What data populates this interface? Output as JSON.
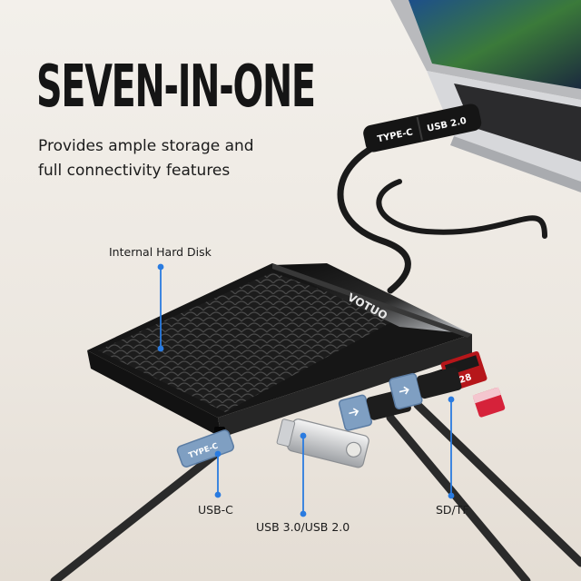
{
  "headline": "SEVEN-IN-ONE",
  "subheadline": [
    "Provides ample storage and",
    "full connectivity features"
  ],
  "callouts": {
    "internal_hard_disk": "Internal Hard Disk",
    "usb_c": "USB-C",
    "usb3_usb2": "USB 3.0/USB 2.0",
    "sd_tf": "SD/TF"
  },
  "cable_labels": {
    "type_c": "TYPE-C",
    "usb_2": "USB 2.0"
  },
  "plug_label": "TYPE-C",
  "brand": "VOTUO",
  "sd_card_capacity": "128",
  "colors": {
    "background": "#ede9e3",
    "headline": "#151515",
    "callout_line": "#2a7be0",
    "device_body": "#1e1e1e",
    "laptop_body": "#c8c9cc"
  }
}
